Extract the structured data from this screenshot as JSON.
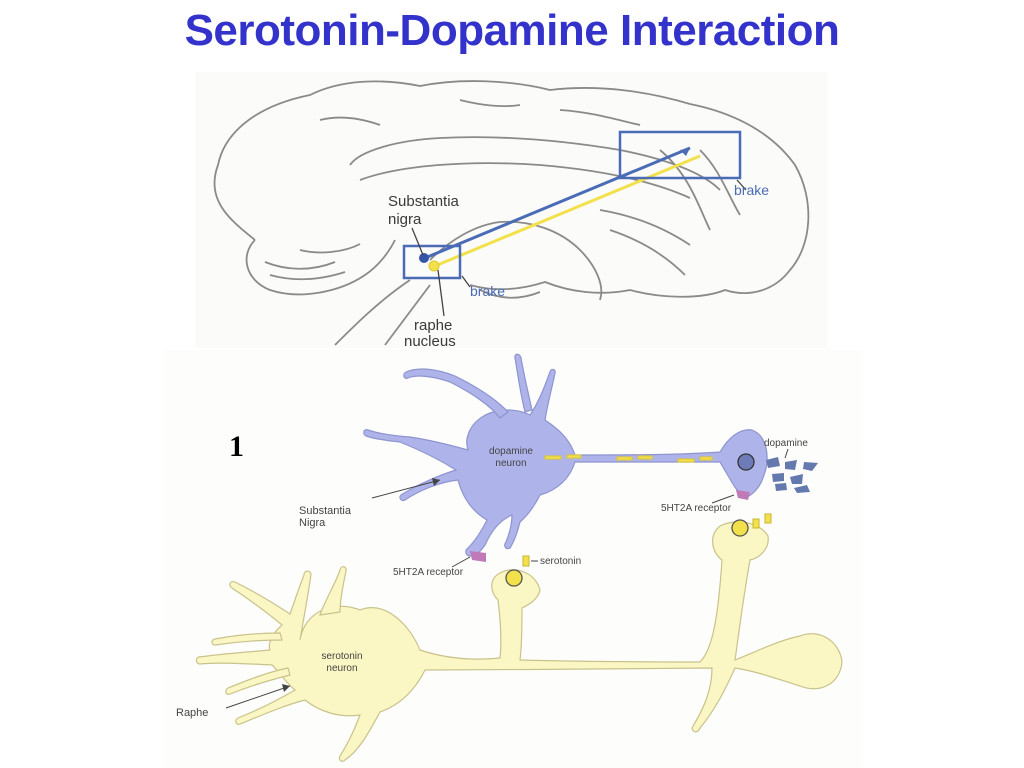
{
  "title": "Serotonin-Dopamine Interaction",
  "slide_number": "1",
  "brain": {
    "label_substantia_line1": "Substantia",
    "label_substantia_line2": "nigra",
    "label_raphe_line1": "raphe",
    "label_raphe_line2": "nucleus",
    "brake_top": "brake",
    "brake_bottom": "brake"
  },
  "neurons": {
    "dopamine_line1": "dopamine",
    "dopamine_line2": "neuron",
    "serotonin_line1": "serotonin",
    "serotonin_line2": "neuron",
    "dopamine_label": "dopamine",
    "receptor_right": "5HT2A receptor",
    "receptor_left": "5HT2A receptor",
    "serotonin_label": "serotonin",
    "substantia_line1": "Substantia",
    "substantia_line2": "Nigra",
    "raphe": "Raphe"
  },
  "colors": {
    "title": "#3333cc",
    "dopamine_fill": "#aeb4ea",
    "serotonin_fill": "#fbf7c4",
    "pathway_blue": "#4a6bb5",
    "pathway_yellow": "#f3e14b",
    "receptor": "#c07ab8"
  }
}
